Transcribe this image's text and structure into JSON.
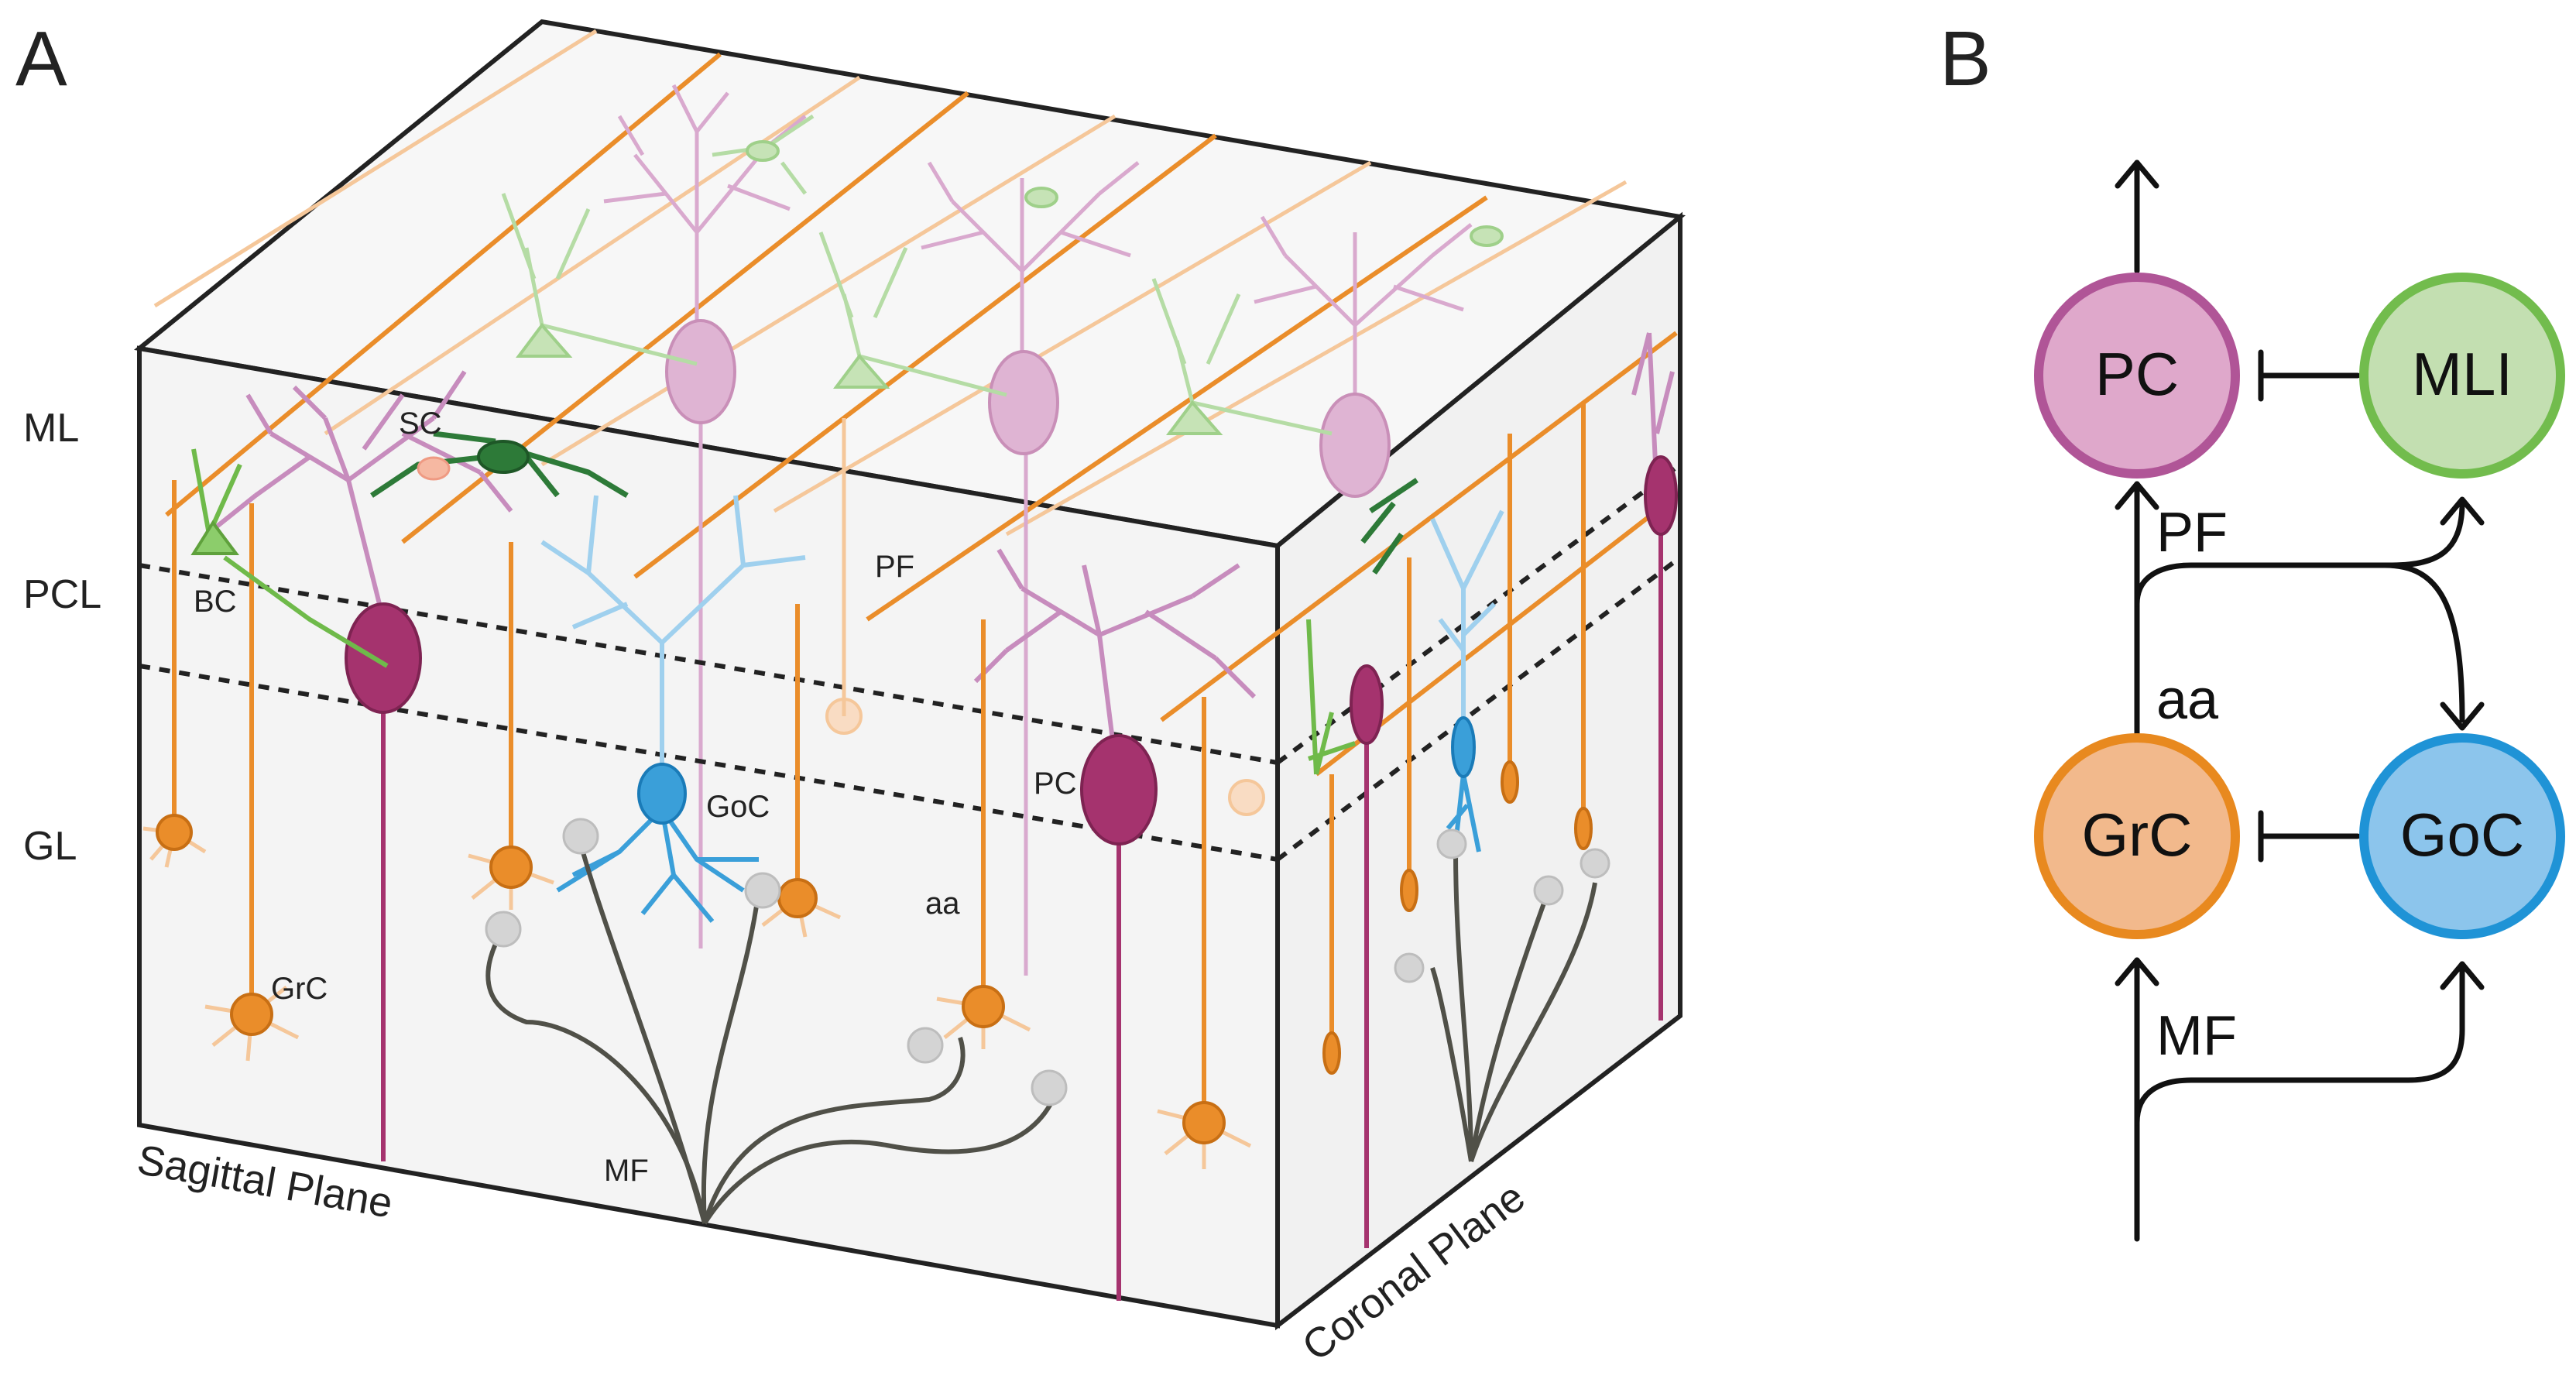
{
  "panels": {
    "a": {
      "letter": "A"
    },
    "b": {
      "letter": "B"
    }
  },
  "layers": {
    "ml": "ML",
    "pcl": "PCL",
    "gl": "GL"
  },
  "planes": {
    "sagittal": "Sagittal Plane",
    "coronal": "Coronal Plane"
  },
  "cell_labels": {
    "sc": "SC",
    "bc": "BC",
    "pf": "PF",
    "goc": "GoC",
    "pc": "PC",
    "aa": "aa",
    "grc": "GrC",
    "mf": "MF"
  },
  "circuit": {
    "pc": "PC",
    "mli": "MLI",
    "grc": "GrC",
    "goc": "GoC",
    "pf": "PF",
    "aa": "aa",
    "mf": "MF"
  },
  "colors": {
    "pc_fill": "#dfa8cb",
    "pc_stroke": "#b05597",
    "mli_fill": "#c3dfb1",
    "mli_stroke": "#72bc4d",
    "grc_fill": "#f2b98c",
    "grc_stroke": "#e8891f",
    "goc_fill": "#8cc5ec",
    "goc_stroke": "#1f93d6",
    "purkinje_dark": "#a5336e",
    "purkinje_light": "#d9a9ce",
    "granule": "#ea8d2a",
    "granule_light": "#f5c79a",
    "golgi": "#3a9fd9",
    "golgi_light": "#9fd0ee",
    "mossy": "#505048",
    "interneuron_dark": "#2d7a38",
    "interneuron": "#6fba4a",
    "interneuron_light": "#b5dca5",
    "block_face": "#f5f5f5",
    "outline": "#222222"
  }
}
